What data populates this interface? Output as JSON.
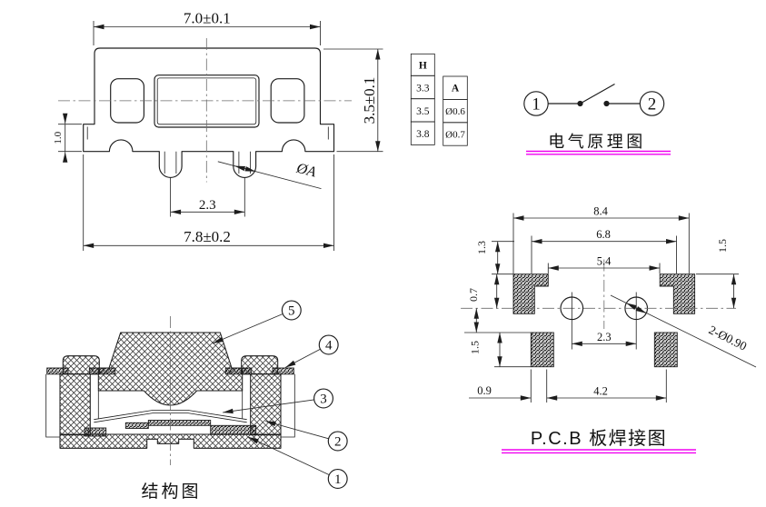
{
  "top_view": {
    "dim_width_top": "7.0±0.1",
    "dim_height": "3.5±0.1",
    "dim_step": "1.0",
    "dim_pin_pitch": "2.3",
    "dim_width_overall": "7.8±0.2",
    "pin_dia_label": "ØA"
  },
  "spec_table": {
    "h_header": "H",
    "h_values": [
      "3.3",
      "3.5",
      "3.8"
    ],
    "a_header": "A",
    "a_values": [
      "Ø0.6",
      "Ø0.7"
    ]
  },
  "schematic": {
    "title": "电气原理图",
    "terminal_left": "1",
    "terminal_right": "2"
  },
  "pcb_view": {
    "title": "P.C.B 板焊接图",
    "dim_8_4": "8.4",
    "dim_6_8": "6.8",
    "dim_5_4": "5.4",
    "dim_1_3": "1.3",
    "dim_0_7": "0.7",
    "dim_1_5_left": "1.5",
    "dim_1_5_right": "1.5",
    "dim_2_3": "2.3",
    "dim_0_9": "0.9",
    "dim_4_2": "4.2",
    "hole_callout": "2-Ø0.90"
  },
  "structure_view": {
    "title": "结构图",
    "callouts": [
      "1",
      "2",
      "3",
      "4",
      "5"
    ]
  },
  "colors": {
    "line": "#1d1d1d",
    "centerline": "#6b6b6b",
    "underline": "#f000f0"
  }
}
